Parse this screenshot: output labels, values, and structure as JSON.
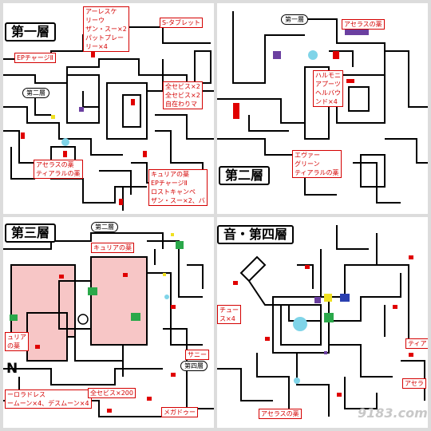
{
  "maps": [
    {
      "title": "第一層",
      "labels": [
        {
          "text": "アーレスケ\nリーウ\nザン・スー×2\nパットプレー\nリー×4"
        },
        {
          "text": "S-タブレット"
        },
        {
          "text": "EPチャージⅡ"
        },
        {
          "text": "全セビス×2\n全セビス×2\n自在わりマ"
        },
        {
          "text": "アセラスの薬\nティアラルの薬"
        },
        {
          "text": "キュリアの薬\nEPチャージⅡ\nロストキャンペ\nザン・スー×2、バ"
        }
      ],
      "bubbles": [
        "第二層"
      ]
    },
    {
      "title": "第二層",
      "labels": [
        {
          "text": "アセラスの薬"
        },
        {
          "text": "ハルモニ\nアプーツ\nヘルバウ\nンド×4"
        },
        {
          "text": "エヴァー\nグリーン\nティアラルの薬"
        }
      ],
      "bubbles": [
        "第一層"
      ]
    },
    {
      "title": "第三層",
      "labels": [
        {
          "text": "キュリアの薬"
        },
        {
          "text": "ュリア\nの薬"
        },
        {
          "text": "ーロラドレス\nームーン×4、デスムーン×4"
        },
        {
          "text": "全セビス×200"
        },
        {
          "text": "サニー"
        },
        {
          "text": "メガドゥー"
        }
      ],
      "bubbles": [
        "第二層",
        "第四層"
      ],
      "extra": "N"
    },
    {
      "title": "音・第四層",
      "labels": [
        {
          "text": "チュー\nス×4"
        },
        {
          "text": "ティア"
        },
        {
          "text": "アセラスの薬"
        },
        {
          "text": "アセラ"
        }
      ],
      "watermark": "9183.com"
    }
  ],
  "colors": {
    "wall": "#000000",
    "label": "#d40000",
    "chest": "#e00000",
    "cyan": "#7fd4e8",
    "purple": "#6b3fa0",
    "pink": "#f7c6c6",
    "green": "#2aa84a",
    "yellow": "#f0e020",
    "blue": "#2a3fb0"
  }
}
